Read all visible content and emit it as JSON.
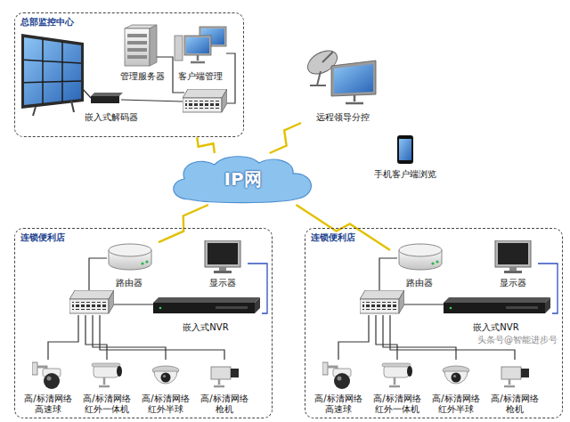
{
  "diagram": {
    "nodes": [
      {
        "text": [
          "总部监控中心"
        ]
      },
      {
        "text": [
          "嵌入式解码器"
        ],
        "in": 0
      },
      {
        "text": [
          "管理服务器"
        ],
        "in": 0
      },
      {
        "text": [
          "客户端管理"
        ],
        "in": 0
      },
      {
        "text": [
          "远程领导分控"
        ]
      },
      {
        "text": [
          "手机客户端浏览"
        ]
      },
      {
        "text": [
          "IP网"
        ]
      },
      {
        "text": [
          "连锁便利店"
        ]
      },
      {
        "text": [
          "路由器"
        ],
        "in": 7
      },
      {
        "text": [
          "显示器"
        ],
        "in": 7
      },
      {
        "text": [
          "嵌入式NVR"
        ],
        "in": 7
      },
      {
        "text": [
          "高/标清网络 高速球"
        ],
        "in": 7
      },
      {
        "text": [
          "高/标清网络 红外一体机"
        ],
        "in": 7
      },
      {
        "text": [
          "高/标清网络 红外半球"
        ],
        "in": 7
      },
      {
        "text": [
          "高/标清网络 枪机"
        ],
        "in": 7
      },
      {
        "text": [
          "连锁便利店"
        ]
      },
      {
        "text": [
          "路由器"
        ],
        "in": 15
      },
      {
        "text": [
          "显示器"
        ],
        "in": 15
      },
      {
        "text": [
          "嵌入式NVR"
        ],
        "in": 15
      },
      {
        "text": [
          "高/标清网络 高速球"
        ],
        "in": 15
      },
      {
        "text": [
          "高/标清网络 红外一体机"
        ],
        "in": 15
      },
      {
        "text": [
          "高/标清网络 红外半球"
        ],
        "in": 15
      },
      {
        "text": [
          "高/标清网络 枪机"
        ],
        "in": 15
      }
    ],
    "edges": [
      {
        "from": 6,
        "to": 0,
        "arrow": "none"
      },
      {
        "from": 6,
        "to": 4,
        "arrow": "none"
      },
      {
        "from": 6,
        "to": 8,
        "arrow": "none"
      },
      {
        "from": 6,
        "to": 16,
        "arrow": "none"
      },
      {
        "from": 10,
        "to": 9,
        "arrow": "none"
      },
      {
        "from": 18,
        "to": 17,
        "arrow": "none"
      }
    ],
    "labels": [
      "头条号@智能进步号"
    ]
  }
}
